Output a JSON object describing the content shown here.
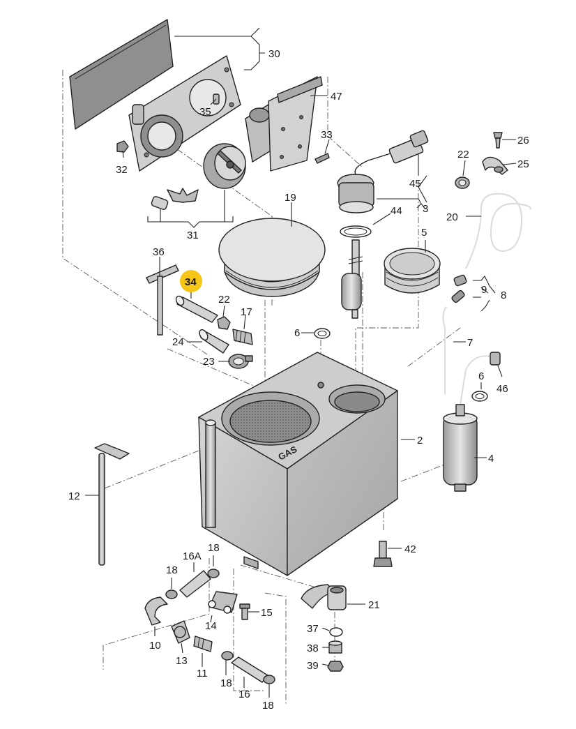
{
  "diagram": {
    "tank_marking": "GAS",
    "highlight_color": "#f5c518",
    "part_color": "#bfbfbf",
    "callouts": [
      {
        "key": "30",
        "label": "30"
      },
      {
        "key": "47",
        "label": "47"
      },
      {
        "key": "35",
        "label": "35"
      },
      {
        "key": "33",
        "label": "33"
      },
      {
        "key": "32",
        "label": "32"
      },
      {
        "key": "31",
        "label": "31"
      },
      {
        "key": "19",
        "label": "19"
      },
      {
        "key": "45",
        "label": "45"
      },
      {
        "key": "44",
        "label": "44"
      },
      {
        "key": "3",
        "label": "3"
      },
      {
        "key": "26",
        "label": "26"
      },
      {
        "key": "22a",
        "label": "22"
      },
      {
        "key": "25",
        "label": "25"
      },
      {
        "key": "20",
        "label": "20"
      },
      {
        "key": "5",
        "label": "5"
      },
      {
        "key": "36",
        "label": "36"
      },
      {
        "key": "34",
        "label": "34",
        "highlighted": true
      },
      {
        "key": "22b",
        "label": "22"
      },
      {
        "key": "17",
        "label": "17"
      },
      {
        "key": "24",
        "label": "24"
      },
      {
        "key": "23",
        "label": "23"
      },
      {
        "key": "6a",
        "label": "6"
      },
      {
        "key": "9",
        "label": "9"
      },
      {
        "key": "8",
        "label": "8"
      },
      {
        "key": "7",
        "label": "7"
      },
      {
        "key": "6b",
        "label": "6"
      },
      {
        "key": "46",
        "label": "46"
      },
      {
        "key": "2",
        "label": "2"
      },
      {
        "key": "4",
        "label": "4"
      },
      {
        "key": "12",
        "label": "12"
      },
      {
        "key": "42",
        "label": "42"
      },
      {
        "key": "18a",
        "label": "18"
      },
      {
        "key": "16A",
        "label": "16A"
      },
      {
        "key": "18b",
        "label": "18"
      },
      {
        "key": "10",
        "label": "10"
      },
      {
        "key": "14",
        "label": "14"
      },
      {
        "key": "15",
        "label": "15"
      },
      {
        "key": "21",
        "label": "21"
      },
      {
        "key": "37",
        "label": "37"
      },
      {
        "key": "38",
        "label": "38"
      },
      {
        "key": "39",
        "label": "39"
      },
      {
        "key": "13",
        "label": "13"
      },
      {
        "key": "11",
        "label": "11"
      },
      {
        "key": "18c",
        "label": "18"
      },
      {
        "key": "16",
        "label": "16"
      },
      {
        "key": "18d",
        "label": "18"
      }
    ]
  }
}
